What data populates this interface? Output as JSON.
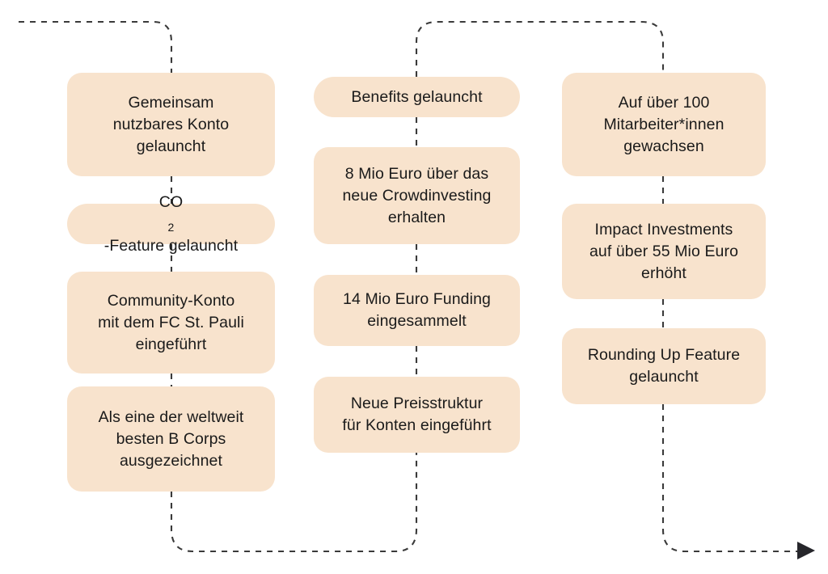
{
  "diagram": {
    "type": "timeline-flowchart",
    "direction": "snaking-left-to-right",
    "background_color": "#FFFFFF",
    "node_fill_color": "#F8E3CD",
    "node_text_color": "#1A1A1A",
    "connector_color": "#3A3A3A",
    "connector_style": "dashed",
    "end_marker": "arrowhead-right"
  },
  "columns": [
    {
      "id": "column-1",
      "nodes": [
        {
          "id": "n1",
          "text": "Gemeinsam nutzbares Konto gelauncht",
          "lines": [
            "Gemeinsam",
            "nutzbares Konto",
            "gelauncht"
          ]
        },
        {
          "id": "n2",
          "text": "CO2-Feature gelauncht",
          "lines": [
            "CO2-Feature gelauncht"
          ],
          "has_subscript": true,
          "prefix": "CO",
          "subscript": "2",
          "suffix": "-Feature gelauncht"
        },
        {
          "id": "n3",
          "text": "Community-Konto mit dem FC St. Pauli eingeführt",
          "lines": [
            "Community-Konto",
            "mit dem FC St. Pauli",
            "eingeführt"
          ]
        },
        {
          "id": "n4",
          "text": "Als eine der weltweit besten B Corps ausgezeichnet",
          "lines": [
            "Als eine der weltweit",
            "besten B Corps",
            "ausgezeichnet"
          ]
        }
      ]
    },
    {
      "id": "column-2",
      "nodes": [
        {
          "id": "n5",
          "text": "Benefits gelauncht",
          "lines": [
            "Benefits gelauncht"
          ]
        },
        {
          "id": "n6",
          "text": "8 Mio Euro über das neue Crowdinvesting erhalten",
          "lines": [
            "8 Mio Euro über das",
            "neue Crowdinvesting",
            "erhalten"
          ]
        },
        {
          "id": "n7",
          "text": "14 Mio Euro Funding eingesammelt",
          "lines": [
            "14 Mio Euro Funding",
            "eingesammelt"
          ]
        },
        {
          "id": "n8",
          "text": "Neue Preisstruktur für Konten eingeführt",
          "lines": [
            "Neue Preisstruktur",
            "für Konten eingeführt"
          ]
        }
      ]
    },
    {
      "id": "column-3",
      "nodes": [
        {
          "id": "n9",
          "text": "Auf über 100 Mitarbeiter*innen gewachsen",
          "lines": [
            "Auf über 100",
            "Mitarbeiter*innen",
            "gewachsen"
          ]
        },
        {
          "id": "n10",
          "text": "Impact Investments auf über 55 Mio Euro erhöht",
          "lines": [
            "Impact Investments",
            "auf über 55 Mio Euro",
            "erhöht"
          ]
        },
        {
          "id": "n11",
          "text": "Rounding Up Feature gelauncht",
          "lines": [
            "Rounding Up Feature",
            "gelauncht"
          ]
        }
      ]
    }
  ]
}
